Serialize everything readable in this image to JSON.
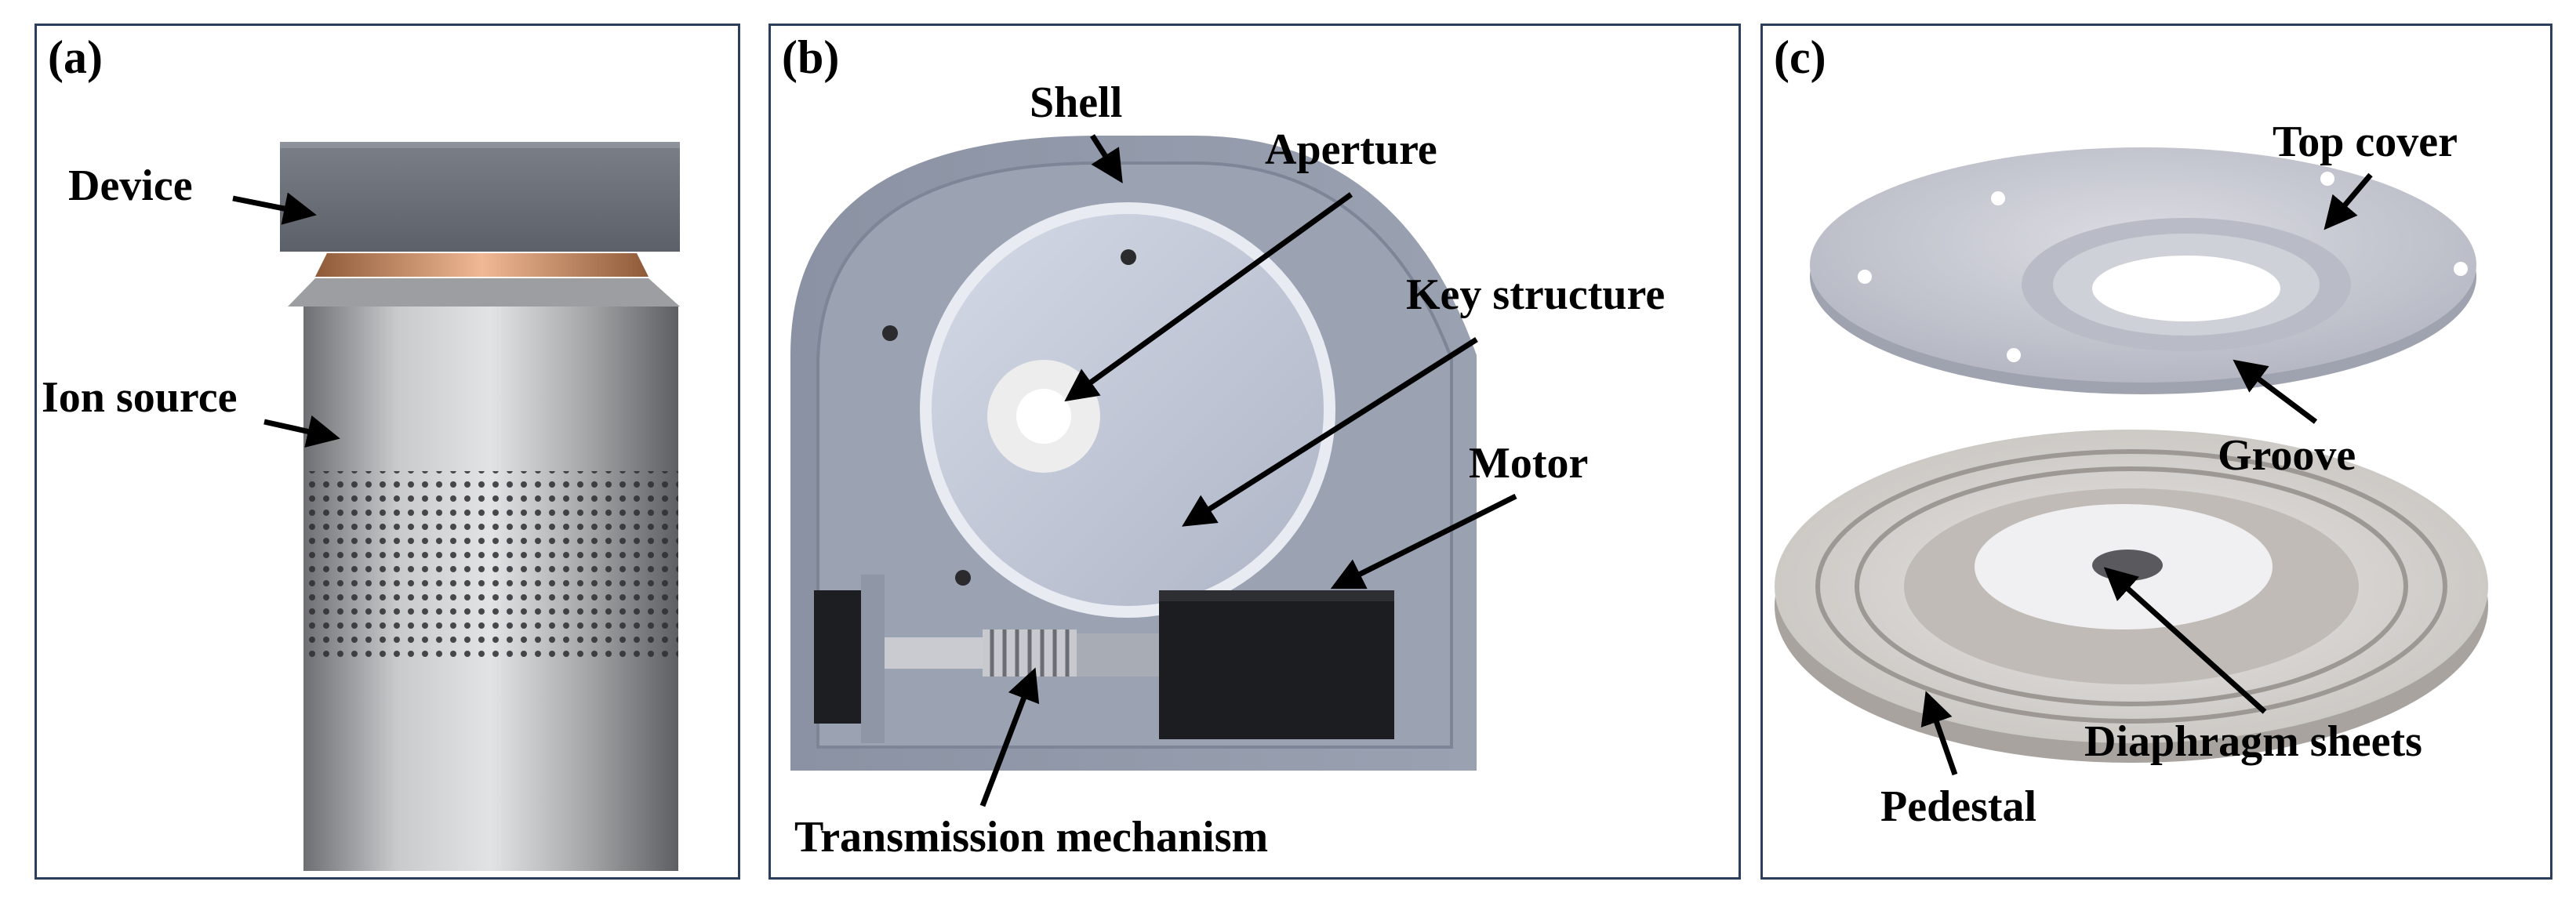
{
  "panels": {
    "a": {
      "label": "(a)",
      "callouts": {
        "device": "Device",
        "ion_source": "Ion source"
      }
    },
    "b": {
      "label": "(b)",
      "callouts": {
        "shell": "Shell",
        "aperture": "Aperture",
        "key_structure": "Key structure",
        "motor": "Motor",
        "transmission": "Transmission mechanism"
      }
    },
    "c": {
      "label": "(c)",
      "callouts": {
        "top_cover": "Top cover",
        "groove": "Groove",
        "diaphragm_sheets": "Diaphragm sheets",
        "pedestal": "Pedestal"
      }
    }
  },
  "colors": {
    "border": "#2b3e5c",
    "device": "#6f737c",
    "copper": "#c98a5f",
    "steel": "#a7a8aa",
    "shell": "#8e96a6",
    "disk": "#bcc3d3",
    "motor": "#1c1d20",
    "cover": "#c3c6d0"
  }
}
